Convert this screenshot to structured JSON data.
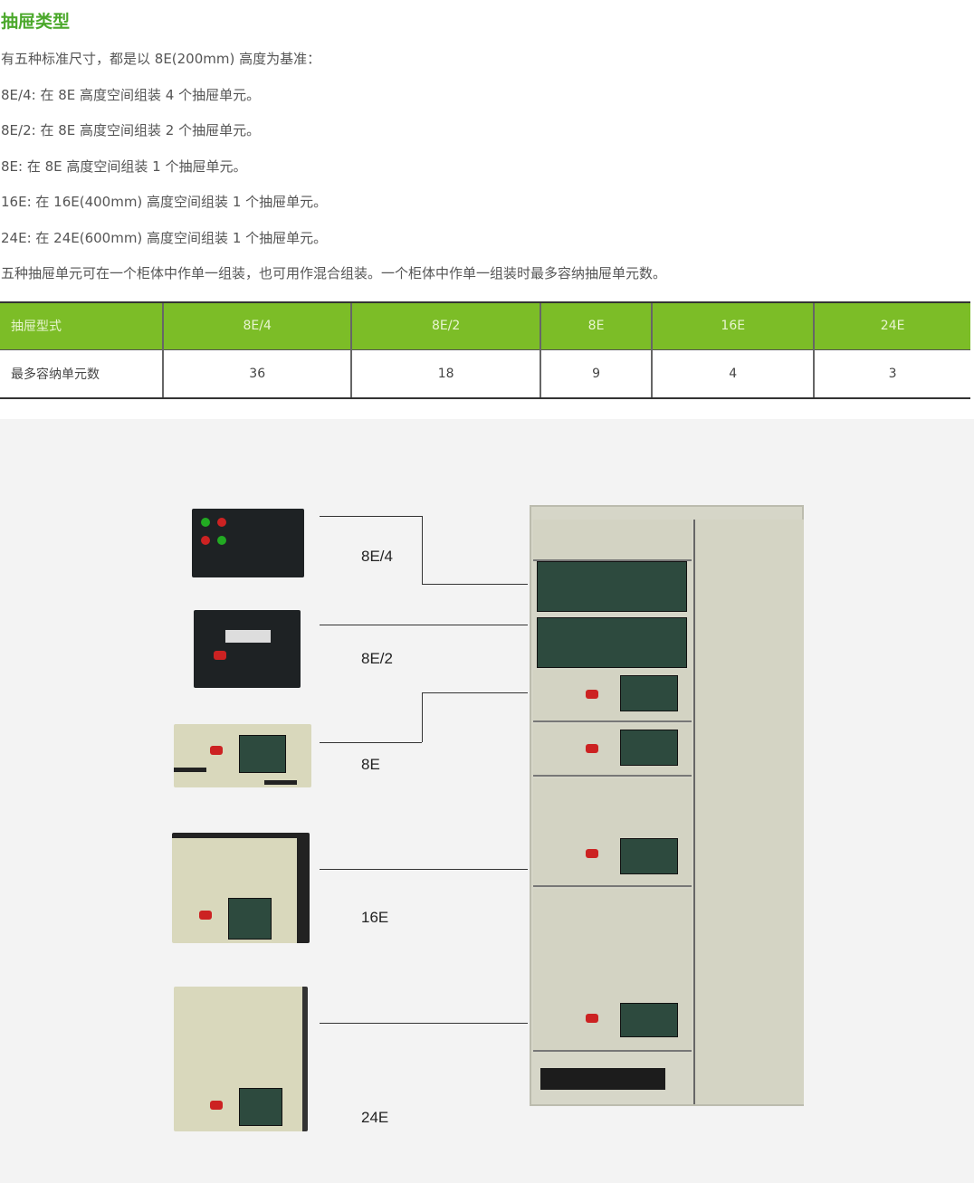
{
  "title": "抽屉类型",
  "paragraphs": [
    "有五种标准尺寸，都是以 8E(200mm) 高度为基准：",
    "8E/4: 在 8E 高度空间组装 4 个抽屉单元。",
    "8E/2: 在 8E 高度空间组装 2 个抽屉单元。",
    "8E: 在 8E 高度空间组装 1 个抽屉单元。",
    "16E: 在 16E(400mm) 高度空间组装 1 个抽屉单元。",
    "24E: 在 24E(600mm) 高度空间组装 1 个抽屉单元。",
    "五种抽屉单元可在一个柜体中作单一组装，也可用作混合组装。一个柜体中作单一组装时最多容纳抽屉单元数。"
  ],
  "table": {
    "headers": [
      "抽屉型式",
      "8E/4",
      "8E/2",
      "8E",
      "16E",
      "24E"
    ],
    "row": [
      "最多容纳单元数",
      "36",
      "18",
      "9",
      "4",
      "3"
    ]
  },
  "figure": {
    "labels": [
      "8E/4",
      "8E/2",
      "8E",
      "16E",
      "24E"
    ]
  },
  "colors": {
    "accent": "#7cbd27",
    "title": "#4aa82a"
  }
}
